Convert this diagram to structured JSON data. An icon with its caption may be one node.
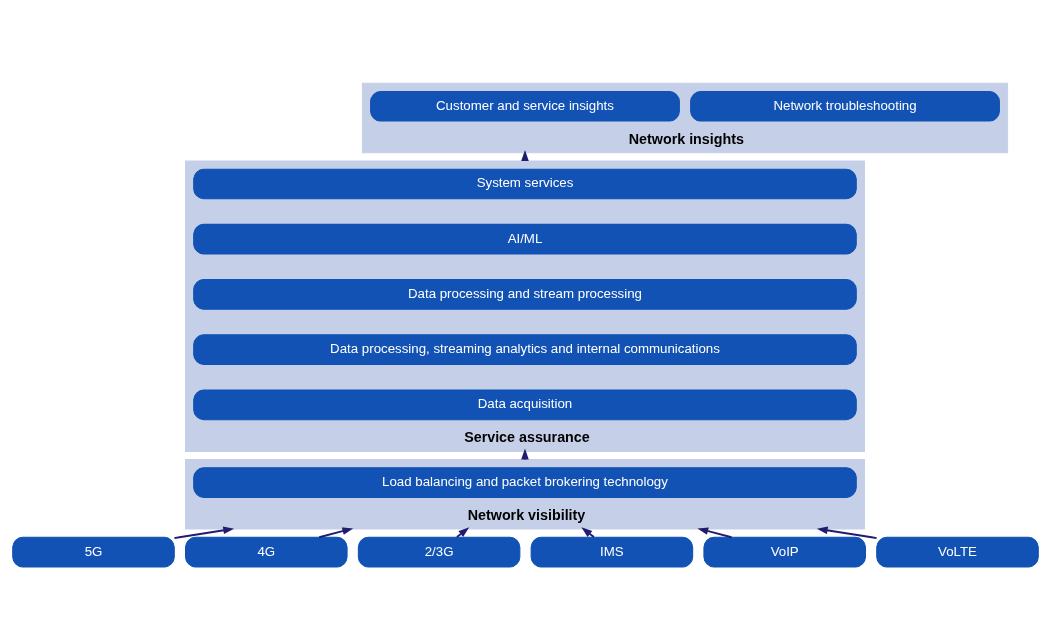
{
  "diagram": {
    "nodes": [
      {
        "text": [
          "Network insights"
        ]
      },
      {
        "text": [
          "Network troubleshooting"
        ],
        "in": 0
      },
      {
        "text": [
          "Customer and service insights"
        ],
        "in": 0
      },
      {
        "text": [
          "Service assurance"
        ]
      },
      {
        "text": [
          "System services"
        ],
        "in": 3
      },
      {
        "text": [
          "AI/ML"
        ],
        "in": 3
      },
      {
        "text": [
          "Data processing and stream processing"
        ],
        "in": 3
      },
      {
        "text": [
          "Data processing, streaming analytics and internal communications"
        ],
        "in": 3
      },
      {
        "text": [
          "Data acquisition"
        ],
        "in": 3
      },
      {
        "text": [
          "Network visibility"
        ]
      },
      {
        "text": [
          "Load balancing and packet brokering technology"
        ],
        "in": 9
      },
      {
        "text": [
          "5G"
        ]
      },
      {
        "text": [
          "4G"
        ]
      },
      {
        "text": [
          "2/3G"
        ]
      },
      {
        "text": [
          "IMS"
        ]
      },
      {
        "text": [
          "VoIP"
        ]
      },
      {
        "text": [
          "VoLTE"
        ]
      }
    ],
    "edges": [
      {
        "from": 3,
        "to": 0,
        "arrow": "to"
      },
      {
        "from": 9,
        "to": 3,
        "arrow": "to"
      },
      {
        "from": 11,
        "to": 9,
        "arrow": "to"
      },
      {
        "from": 12,
        "to": 9,
        "arrow": "to"
      },
      {
        "from": 13,
        "to": 9,
        "arrow": "to"
      },
      {
        "from": 14,
        "to": 9,
        "arrow": "to"
      },
      {
        "from": 15,
        "to": 9,
        "arrow": "to"
      },
      {
        "from": 16,
        "to": 9,
        "arrow": "to"
      }
    ]
  }
}
